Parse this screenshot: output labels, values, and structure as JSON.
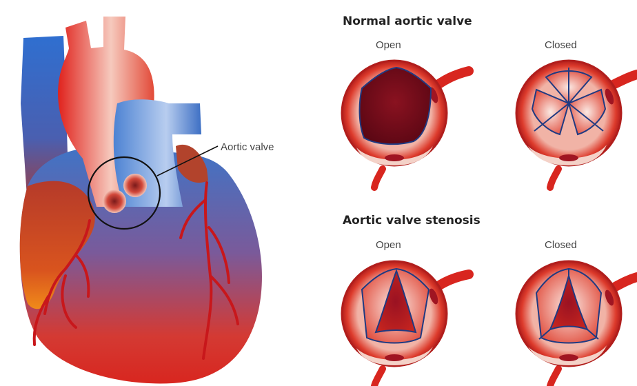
{
  "heart": {
    "callout_label": "Aortic valve"
  },
  "normal_section": {
    "heading": "Normal aortic valve",
    "open_label": "Open",
    "closed_label": "Closed"
  },
  "stenosis_section": {
    "heading": "Aortic valve stenosis",
    "open_label": "Open",
    "closed_label": "Closed"
  },
  "colors": {
    "blood_red": "#d8261f",
    "vein_blue": "#3d73c9",
    "dark_red": "#7a0d1a",
    "vessel_red": "#c8171b",
    "leaflet_outline": "#1f3a82",
    "orange": "#e87a1e"
  }
}
